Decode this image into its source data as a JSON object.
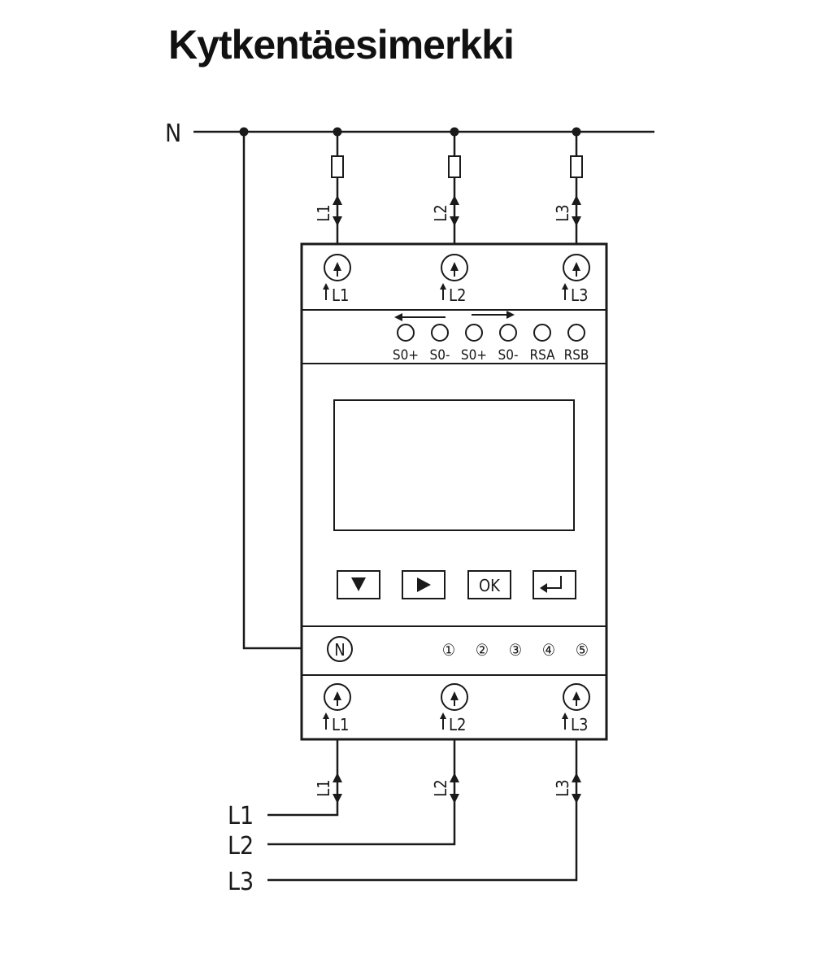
{
  "title": "Kytkentäesimerkki",
  "neutral_label": "N",
  "top_phase_labels": [
    "L1",
    "L2",
    "L3"
  ],
  "terminal_labels_top": [
    "L1",
    "L2",
    "L3"
  ],
  "terminal_labels_bottom": [
    "L1",
    "L2",
    "L3"
  ],
  "bottom_phase_labels": [
    "L1",
    "L2",
    "L3"
  ],
  "feed_labels": [
    "L1",
    "L2",
    "L3"
  ],
  "so_terminals": [
    "S0+",
    "S0-",
    "S0+",
    "S0-",
    "RSA",
    "RSB"
  ],
  "buttons": {
    "ok_label": "OK"
  },
  "neutral_terminal": "N",
  "aux_terminals": [
    "①",
    "②",
    "③",
    "④",
    "⑤"
  ]
}
